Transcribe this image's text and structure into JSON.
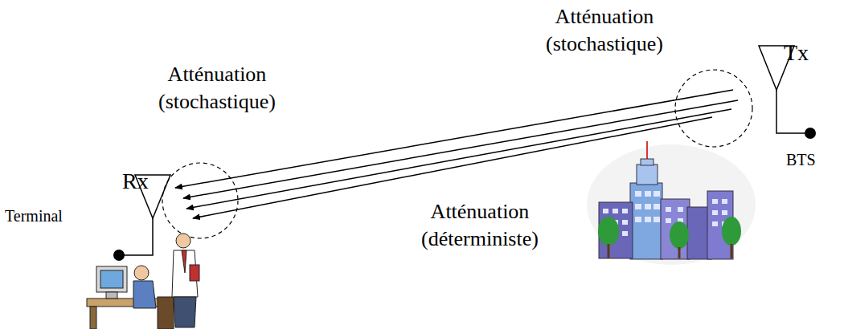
{
  "diagram": {
    "labels": [
      "Atténuation (stochastique)",
      "Tx",
      "Atténuation (stochastique)",
      "Rx",
      "Terminal",
      "Atténuation (déterministe)",
      "BTS"
    ]
  }
}
